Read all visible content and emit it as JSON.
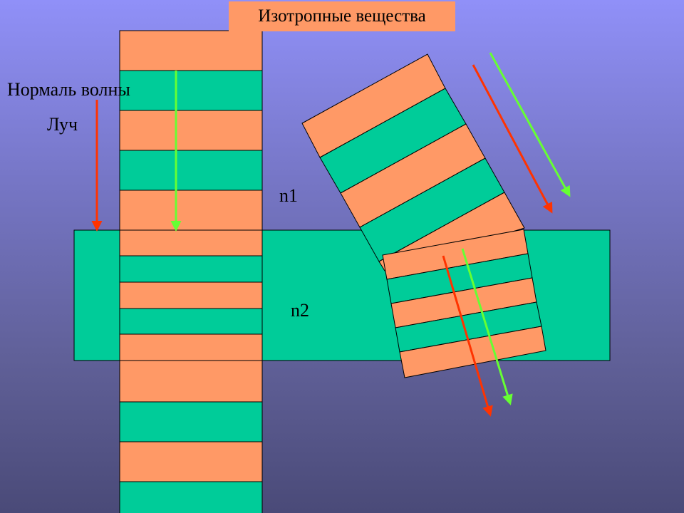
{
  "title": "Изотропные вещества",
  "labels": {
    "wave_normal": "Нормаль волны",
    "ray": "Луч",
    "n1": "n1",
    "n2": "n2"
  },
  "colors": {
    "orange": "#ff9966",
    "teal": "#00cc99",
    "ray_red": "#ff3300",
    "normal_green": "#66ff33",
    "stroke": "#000000"
  }
}
